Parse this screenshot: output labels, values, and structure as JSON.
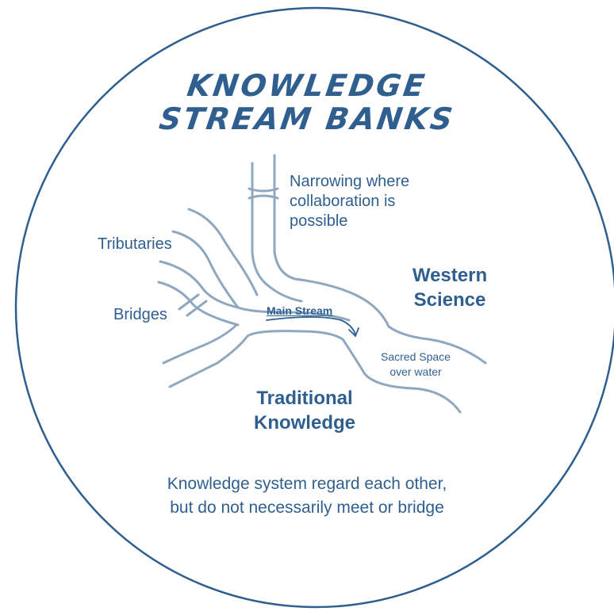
{
  "title": {
    "line1": "KNOWLEDGE",
    "line2": "STREAM BANKS"
  },
  "labels": {
    "narrowing": [
      "Narrowing where",
      "collaboration is",
      "possible"
    ],
    "tributaries": "Tributaries",
    "bridges": "Bridges",
    "main_stream": "Main Stream",
    "western_science": [
      "Western",
      "Science"
    ],
    "sacred_space": [
      "Sacred Space",
      "over water"
    ],
    "traditional_knowledge": [
      "Traditional",
      "Knowledge"
    ]
  },
  "caption": [
    "Knowledge system regard each other,",
    "but do not necessarily meet or bridge"
  ],
  "colors": {
    "ink": "#2f5f8f",
    "stream": "#8fa8c0",
    "circle": "#2f5f8f"
  }
}
